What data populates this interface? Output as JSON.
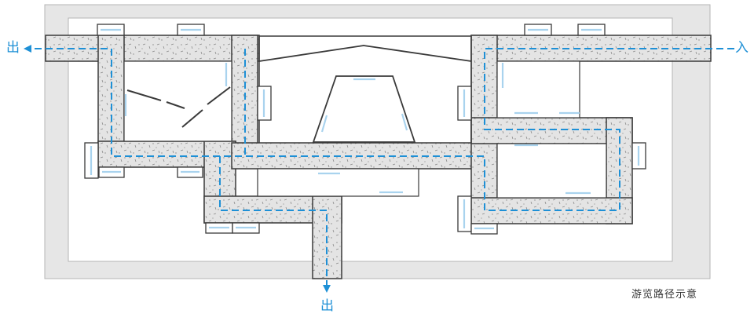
{
  "labels": {
    "exit_left": "出",
    "entrance_right": "入",
    "exit_bottom": "出",
    "caption": "游览路径示意"
  },
  "colors": {
    "route": "#1e90d6",
    "wall": "#3a3a3a",
    "corridor_fill": "#e4e4e4",
    "site_fill": "#e6e6e6",
    "window": "#a9d3ee"
  }
}
